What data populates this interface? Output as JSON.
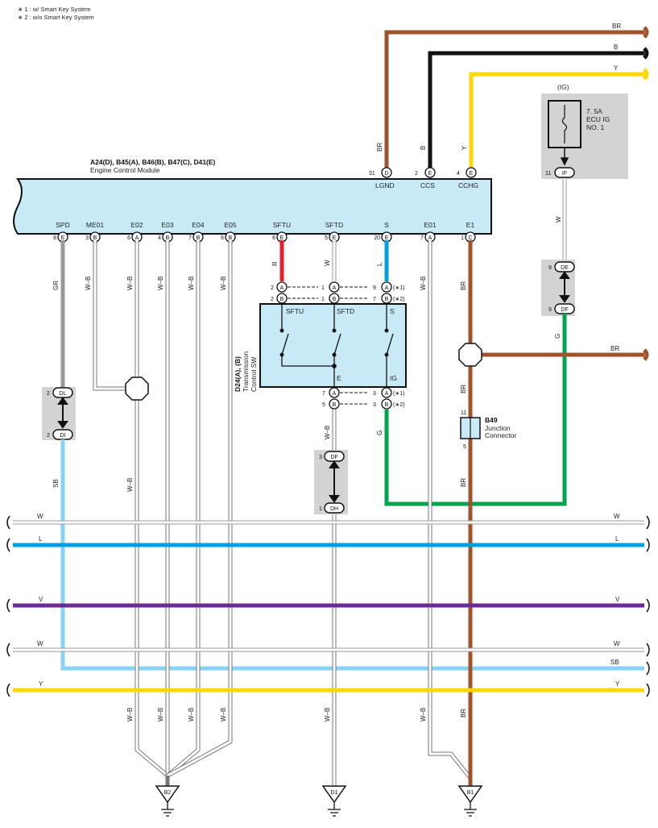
{
  "notes": [
    "∗ 1 : w/ Smart Key System",
    "∗ 2 : w/o Smart Key System"
  ],
  "ecm": {
    "codes": "A24(D), B45(A), B46(B), B47(C), D41(E)",
    "name": "Engine Control Module",
    "top_terms": {
      "lgnd": "LGND",
      "ccs": "CCS",
      "cchg": "CCHG"
    },
    "top_pins": {
      "lgnd": "31",
      "ccs": "2",
      "cchg": "4"
    },
    "top_conn": {
      "lgnd": "D",
      "ccs": "E",
      "cchg": "E"
    },
    "bottom": [
      {
        "term": "SPD",
        "pin": "8",
        "conn": "E"
      },
      {
        "term": "ME01",
        "pin": "3",
        "conn": "B"
      },
      {
        "term": "E02",
        "pin": "6",
        "conn": "A"
      },
      {
        "term": "E03",
        "pin": "4",
        "conn": "B"
      },
      {
        "term": "E04",
        "pin": "7",
        "conn": "B"
      },
      {
        "term": "E05",
        "pin": "6",
        "conn": "B"
      },
      {
        "term": "SFTU",
        "pin": "6",
        "conn": "E"
      },
      {
        "term": "SFTD",
        "pin": "5",
        "conn": "E"
      },
      {
        "term": "S",
        "pin": "20",
        "conn": "E"
      },
      {
        "term": "E01",
        "pin": "7",
        "conn": "A"
      },
      {
        "term": "E1",
        "pin": "1",
        "conn": "C"
      }
    ]
  },
  "wire_colors": {
    "BR": "BR",
    "B": "B",
    "Y": "Y",
    "W": "W",
    "L": "L",
    "V": "V",
    "SB": "SB",
    "GR": "GR",
    "WB": "W–B",
    "R": "R",
    "G": "G"
  },
  "colors": {
    "brown": "#A0522D",
    "black": "#111111",
    "yellow": "#FFD700",
    "blue": "#00A0E0",
    "lightblue": "#87D3F5",
    "purple": "#6A2C91",
    "gray": "#999999",
    "red": "#E8202A",
    "green": "#00A550",
    "box": "#C8EAF7",
    "shade": "#D3D3D3"
  },
  "fuse": {
    "ig": "(IG)",
    "rating": "7. 5A",
    "name1": "ECU IG",
    "name2": "NO. 1",
    "pin": "11",
    "conn": "IF"
  },
  "sw": {
    "code": "D24(A), (B)",
    "name1": "Transmission",
    "name2": "Control SW",
    "terms": {
      "sftu": "SFTU",
      "sftd": "SFTD",
      "s": "S",
      "e": "E",
      "ig": "IG"
    },
    "row1": {
      "p1": "2",
      "c1": "A",
      "p2": "1",
      "c2": "A",
      "p3": "9",
      "c3": "A",
      "note": "(∗1)"
    },
    "row2": {
      "p1": "2",
      "c1": "B",
      "p2": "1",
      "c2": "B",
      "p3": "7",
      "c3": "B",
      "note": "(∗2)"
    },
    "row3": {
      "p1": "7",
      "c1": "A",
      "p2": "3",
      "c2": "A",
      "note": "(∗1)"
    },
    "row4": {
      "p1": "5",
      "c1": "B",
      "p2": "3",
      "c2": "B",
      "note": "(∗2)"
    }
  },
  "jc_de": {
    "p1": "9",
    "c1": "DE",
    "p2": "9",
    "c2": "DF"
  },
  "jc_dl": {
    "p1": "2",
    "c1": "DL",
    "p2": "2",
    "c2": "DI"
  },
  "jc_df": {
    "p1": "3",
    "c1": "DF",
    "p2": "1",
    "c2": "DH"
  },
  "jconn": {
    "code": "B49",
    "name1": "Junction",
    "name2": "Connector",
    "p1": "11",
    "p2": "5"
  },
  "grounds": {
    "b2": "B2",
    "d1": "D1",
    "b1": "B1"
  }
}
